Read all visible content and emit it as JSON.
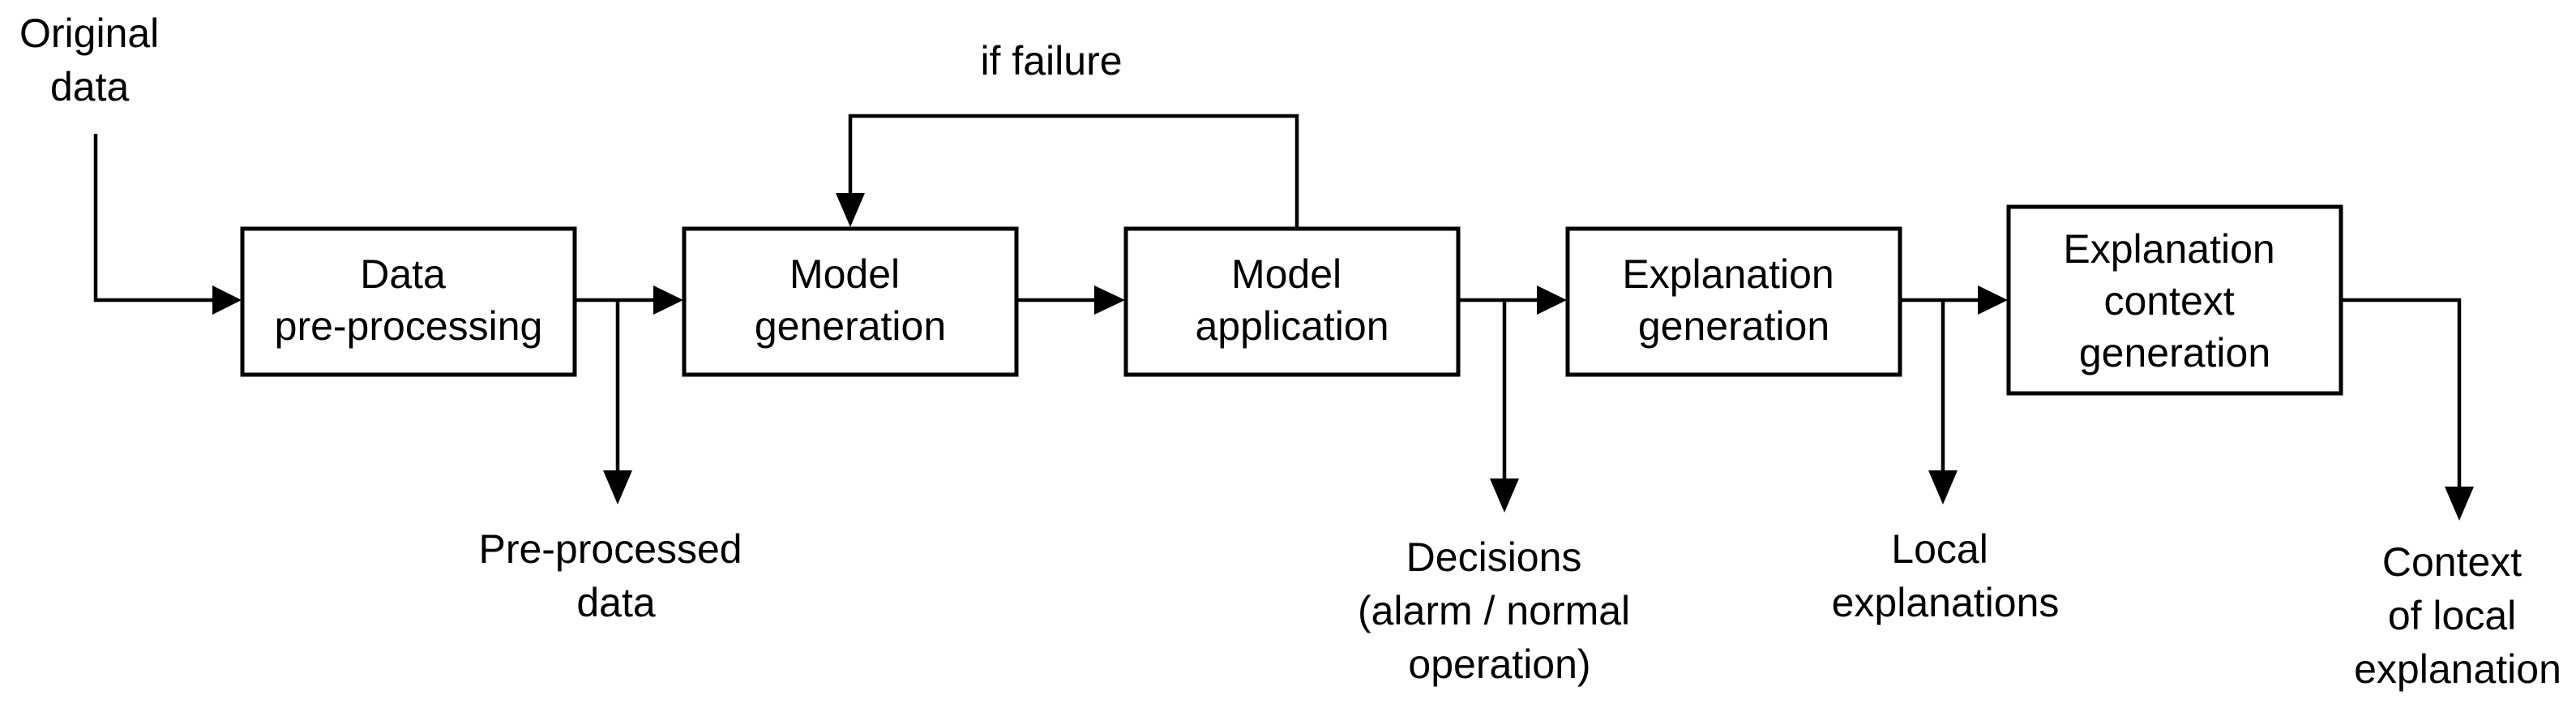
{
  "diagram": {
    "inputs": {
      "original_data": [
        "Original",
        "data"
      ]
    },
    "loop_label": "if failure",
    "boxes": {
      "preprocessing": [
        "Data",
        "pre-processing"
      ],
      "model_generation": [
        "Model",
        "generation"
      ],
      "model_application": [
        "Model",
        "application"
      ],
      "explanation_generation": [
        "Explanation",
        "generation"
      ],
      "context_generation": [
        "Explanation",
        "context",
        "generation"
      ]
    },
    "outputs": {
      "preprocessed_data": [
        "Pre-processed",
        "data"
      ],
      "decisions": [
        "Decisions",
        "(alarm / normal",
        "operation)"
      ],
      "local_explanations": [
        "Local",
        "explanations"
      ],
      "context_of_local_explanation": [
        "Context",
        "of local",
        "explanation"
      ]
    }
  }
}
